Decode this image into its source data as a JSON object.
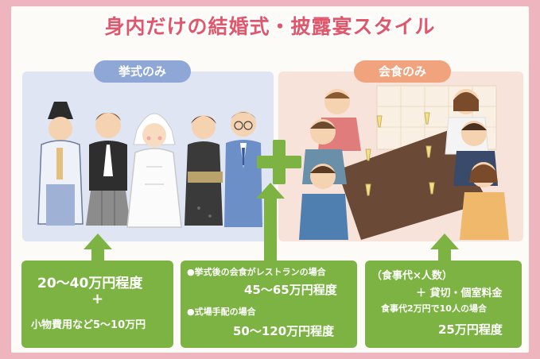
{
  "title": "身内だけの結婚式・披露宴スタイル",
  "labels": {
    "ceremony_only": "挙式のみ",
    "dinner_only": "会食のみ"
  },
  "boxes": {
    "left": {
      "line1": "20～40万円程度",
      "plus": "+",
      "line3": "小物費用など5～10万円"
    },
    "middle": {
      "bullet1": "●挙式後の会食がレストランの場合",
      "price1": "45～65万円程度",
      "bullet2": "●式場手配の場合",
      "price2": "50～120万円程度"
    },
    "right": {
      "line1": "（食事代×人数）",
      "line2": "＋ 貸切・個室料金",
      "line3": "食事代2万円で10人の場合",
      "line4": "25万円程度"
    }
  },
  "colors": {
    "frame": "#efb5be",
    "title": "#e0566b",
    "green": "#7cb342",
    "ceremony_pill": "#8fa7d6",
    "dinner_pill": "#f1a37e"
  }
}
